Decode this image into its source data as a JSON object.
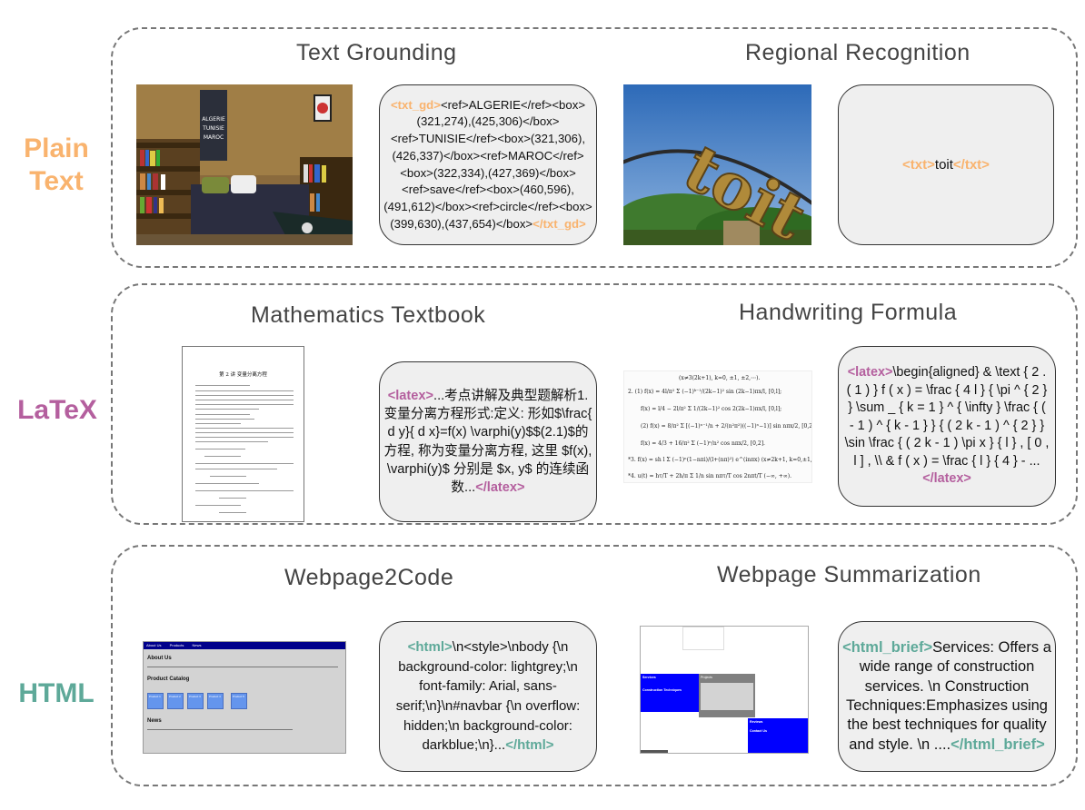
{
  "rows": {
    "plain_text": {
      "label_lines": [
        "Plain",
        "Text"
      ],
      "color": "#f9b36e",
      "left_title": "Text Grounding",
      "right_title": "Regional Recognition",
      "grounding_output": {
        "open_tag": "<txt_gd>",
        "body": "<ref>ALGERIE</ref><box>(321,274),(425,306)</box><ref>TUNISIE</ref><box>(321,306),(426,337)</box><ref>MAROC</ref><box>(322,334),(427,369)</box><ref>save</ref><box>(460,596),(491,612)</box><ref>circle</ref><box>(399,630),(437,654)</box>",
        "close_tag": "</txt_gd>"
      },
      "recognition_output": {
        "open_tag": "<txt>",
        "body": "toit",
        "close_tag": "</txt>"
      },
      "photo_text": "toit",
      "poster_text": [
        "ALGERIE",
        "TUNISIE",
        "MAROC"
      ]
    },
    "latex": {
      "label": "LaTeX",
      "color": "#b45f9e",
      "left_title": "Mathematics Textbook",
      "right_title": "Handwriting Formula",
      "textbook_output": {
        "open_tag": "<latex>",
        "body": "...考点讲解及典型题解析1. 变量分离方程形式:定义: 形如$\\frac{ d y}{ d x}=f(x) \\varphi(y)$$(2.1)$的方程, 称为变量分离方程, 这里 $f(x), \\varphi(y)$ 分别是 $x, y$ 的连续函数...",
        "close_tag": "</latex>"
      },
      "formula_output": {
        "open_tag": "<latex>",
        "body": "\\begin{aligned} & \\text { 2 . ( 1 ) } f ( x ) = \\frac { 4 l } { \\pi ^ { 2 } } \\sum _ { k = 1 } ^ { \\infty } \\frac { ( - 1 ) ^ { k - 1 } } { ( 2 k - 1 ) ^ { 2 } } \\sin \\frac { ( 2 k - 1 ) \\pi x } { l } , [ 0 , l ] , \\\\ & f ( x ) = \\frac { l } { 4 } - ...",
        "close_tag": "</latex>"
      },
      "textbook_heading": "第 2 讲   变量分离方程"
    },
    "html": {
      "label": "HTML",
      "color": "#5ea999",
      "left_title": "Webpage2Code",
      "right_title": "Webpage Summarization",
      "code_output": {
        "open_tag": "<html>",
        "body": "\\n<style>\\nbody {\\n background-color: lightgrey;\\n font-family: Arial, sans-serif;\\n}\\n#navbar {\\n overflow: hidden;\\n background-color: darkblue;\\n}...",
        "close_tag": "</html>"
      },
      "summary_output": {
        "open_tag": "<html_brief>",
        "body": "Services: Offers a wide range of construction services. \\n Construction Techniques:Emphasizes using the best techniques for quality and style. \\n ....",
        "close_tag": "</html_brief>"
      },
      "mock_page": {
        "nav": [
          "About Us",
          "Products",
          "News"
        ],
        "about_heading": "About Us",
        "catalog_heading": "Product Catalog",
        "products": [
          "Product 1",
          "Product 2",
          "Product 3",
          "Product 4",
          "Product 5"
        ],
        "news_heading": "News"
      },
      "mock_site": {
        "services": "Services",
        "techniques": "Construction Techniques",
        "projects": "Projects",
        "reviews": "Reviews",
        "contact": "Contact Us"
      }
    }
  }
}
